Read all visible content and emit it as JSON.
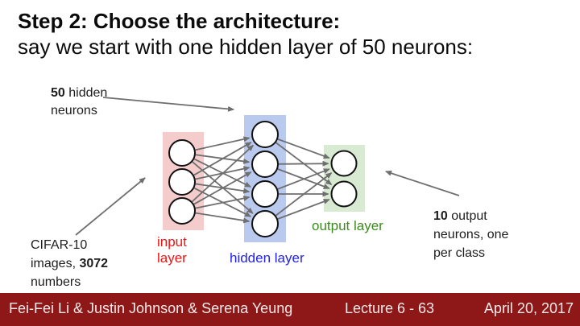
{
  "slide": {
    "title_line1": "Step 2: Choose the architecture:",
    "title_line2": "say we start with one hidden layer of 50 neurons:"
  },
  "notes": {
    "hidden_count": {
      "bold": "50",
      "after": " hidden",
      "line2": "neurons"
    },
    "input_data": {
      "line1": "CIFAR-10",
      "line2_pre": "images, ",
      "line2_bold": "3072",
      "line3": "numbers"
    },
    "output_count": {
      "bold": "10",
      "after": " output",
      "line2": "neurons, one",
      "line3": "per class"
    }
  },
  "network": {
    "layers": [
      {
        "name": "input",
        "label": "input layer",
        "nodes": 3,
        "box_color": "#f4cccc",
        "label_color": "#f01414"
      },
      {
        "name": "hidden",
        "label": "hidden layer",
        "nodes": 4,
        "box_color": "#bac9ee",
        "label_color": "#2222ee"
      },
      {
        "name": "output",
        "label": "output layer",
        "nodes": 2,
        "box_color": "#d9ead3",
        "label_color": "#3d8b1f"
      }
    ],
    "edge_color": "#6f6f6f",
    "node_fill": "#ffffff",
    "node_stroke": "#111111"
  },
  "footer": {
    "authors": "Fei-Fei Li & Justin Johnson & Serena Yeung",
    "lecture": "Lecture 6 - 63",
    "date": "April 20, 2017",
    "bar_color": "#8e1717",
    "text_color": "#f3eaea"
  }
}
